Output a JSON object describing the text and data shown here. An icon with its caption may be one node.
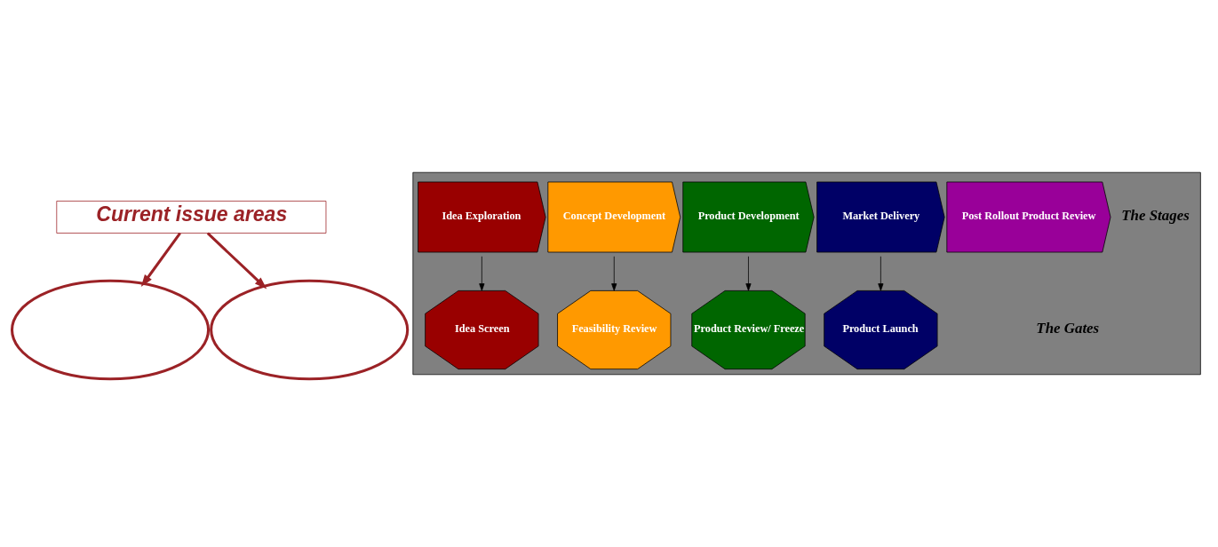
{
  "diagram": {
    "nodes": [
      {
        "text": [
          "Current issue areas"
        ]
      },
      {
        "text": [],
        "shape": "box"
      },
      {
        "text": [
          "Idea Exploration"
        ],
        "in": 1
      },
      {
        "text": [
          "Concept Development"
        ],
        "in": 1
      },
      {
        "text": [
          "Product Development"
        ],
        "in": 1
      },
      {
        "text": [
          "Market Delivery"
        ],
        "in": 1
      },
      {
        "text": [
          "Post Rollout Product Review"
        ],
        "in": 1
      },
      {
        "text": [
          "Idea Screen"
        ],
        "in": 1
      },
      {
        "text": [
          "Feasibility Review"
        ],
        "in": 1
      },
      {
        "text": [
          "Product Review/ Freeze"
        ],
        "in": 1
      },
      {
        "text": [
          "Product Launch"
        ],
        "in": 1
      },
      {
        "text": [],
        "shape": "ellipse"
      },
      {
        "text": [],
        "shape": "ellipse"
      }
    ],
    "edges": [
      {
        "from": 0,
        "to": 11,
        "arrow": "to",
        "style": "thick",
        "color": "#9b2226"
      },
      {
        "from": 0,
        "to": 12,
        "arrow": "to",
        "style": "thick",
        "color": "#9b2226"
      },
      {
        "from": 2,
        "to": 7,
        "arrow": "to"
      },
      {
        "from": 3,
        "to": 8,
        "arrow": "to"
      },
      {
        "from": 4,
        "to": 9,
        "arrow": "to"
      },
      {
        "from": 5,
        "to": 10,
        "arrow": "to"
      }
    ],
    "labels": [
      "The Stages",
      "The Gates"
    ]
  }
}
